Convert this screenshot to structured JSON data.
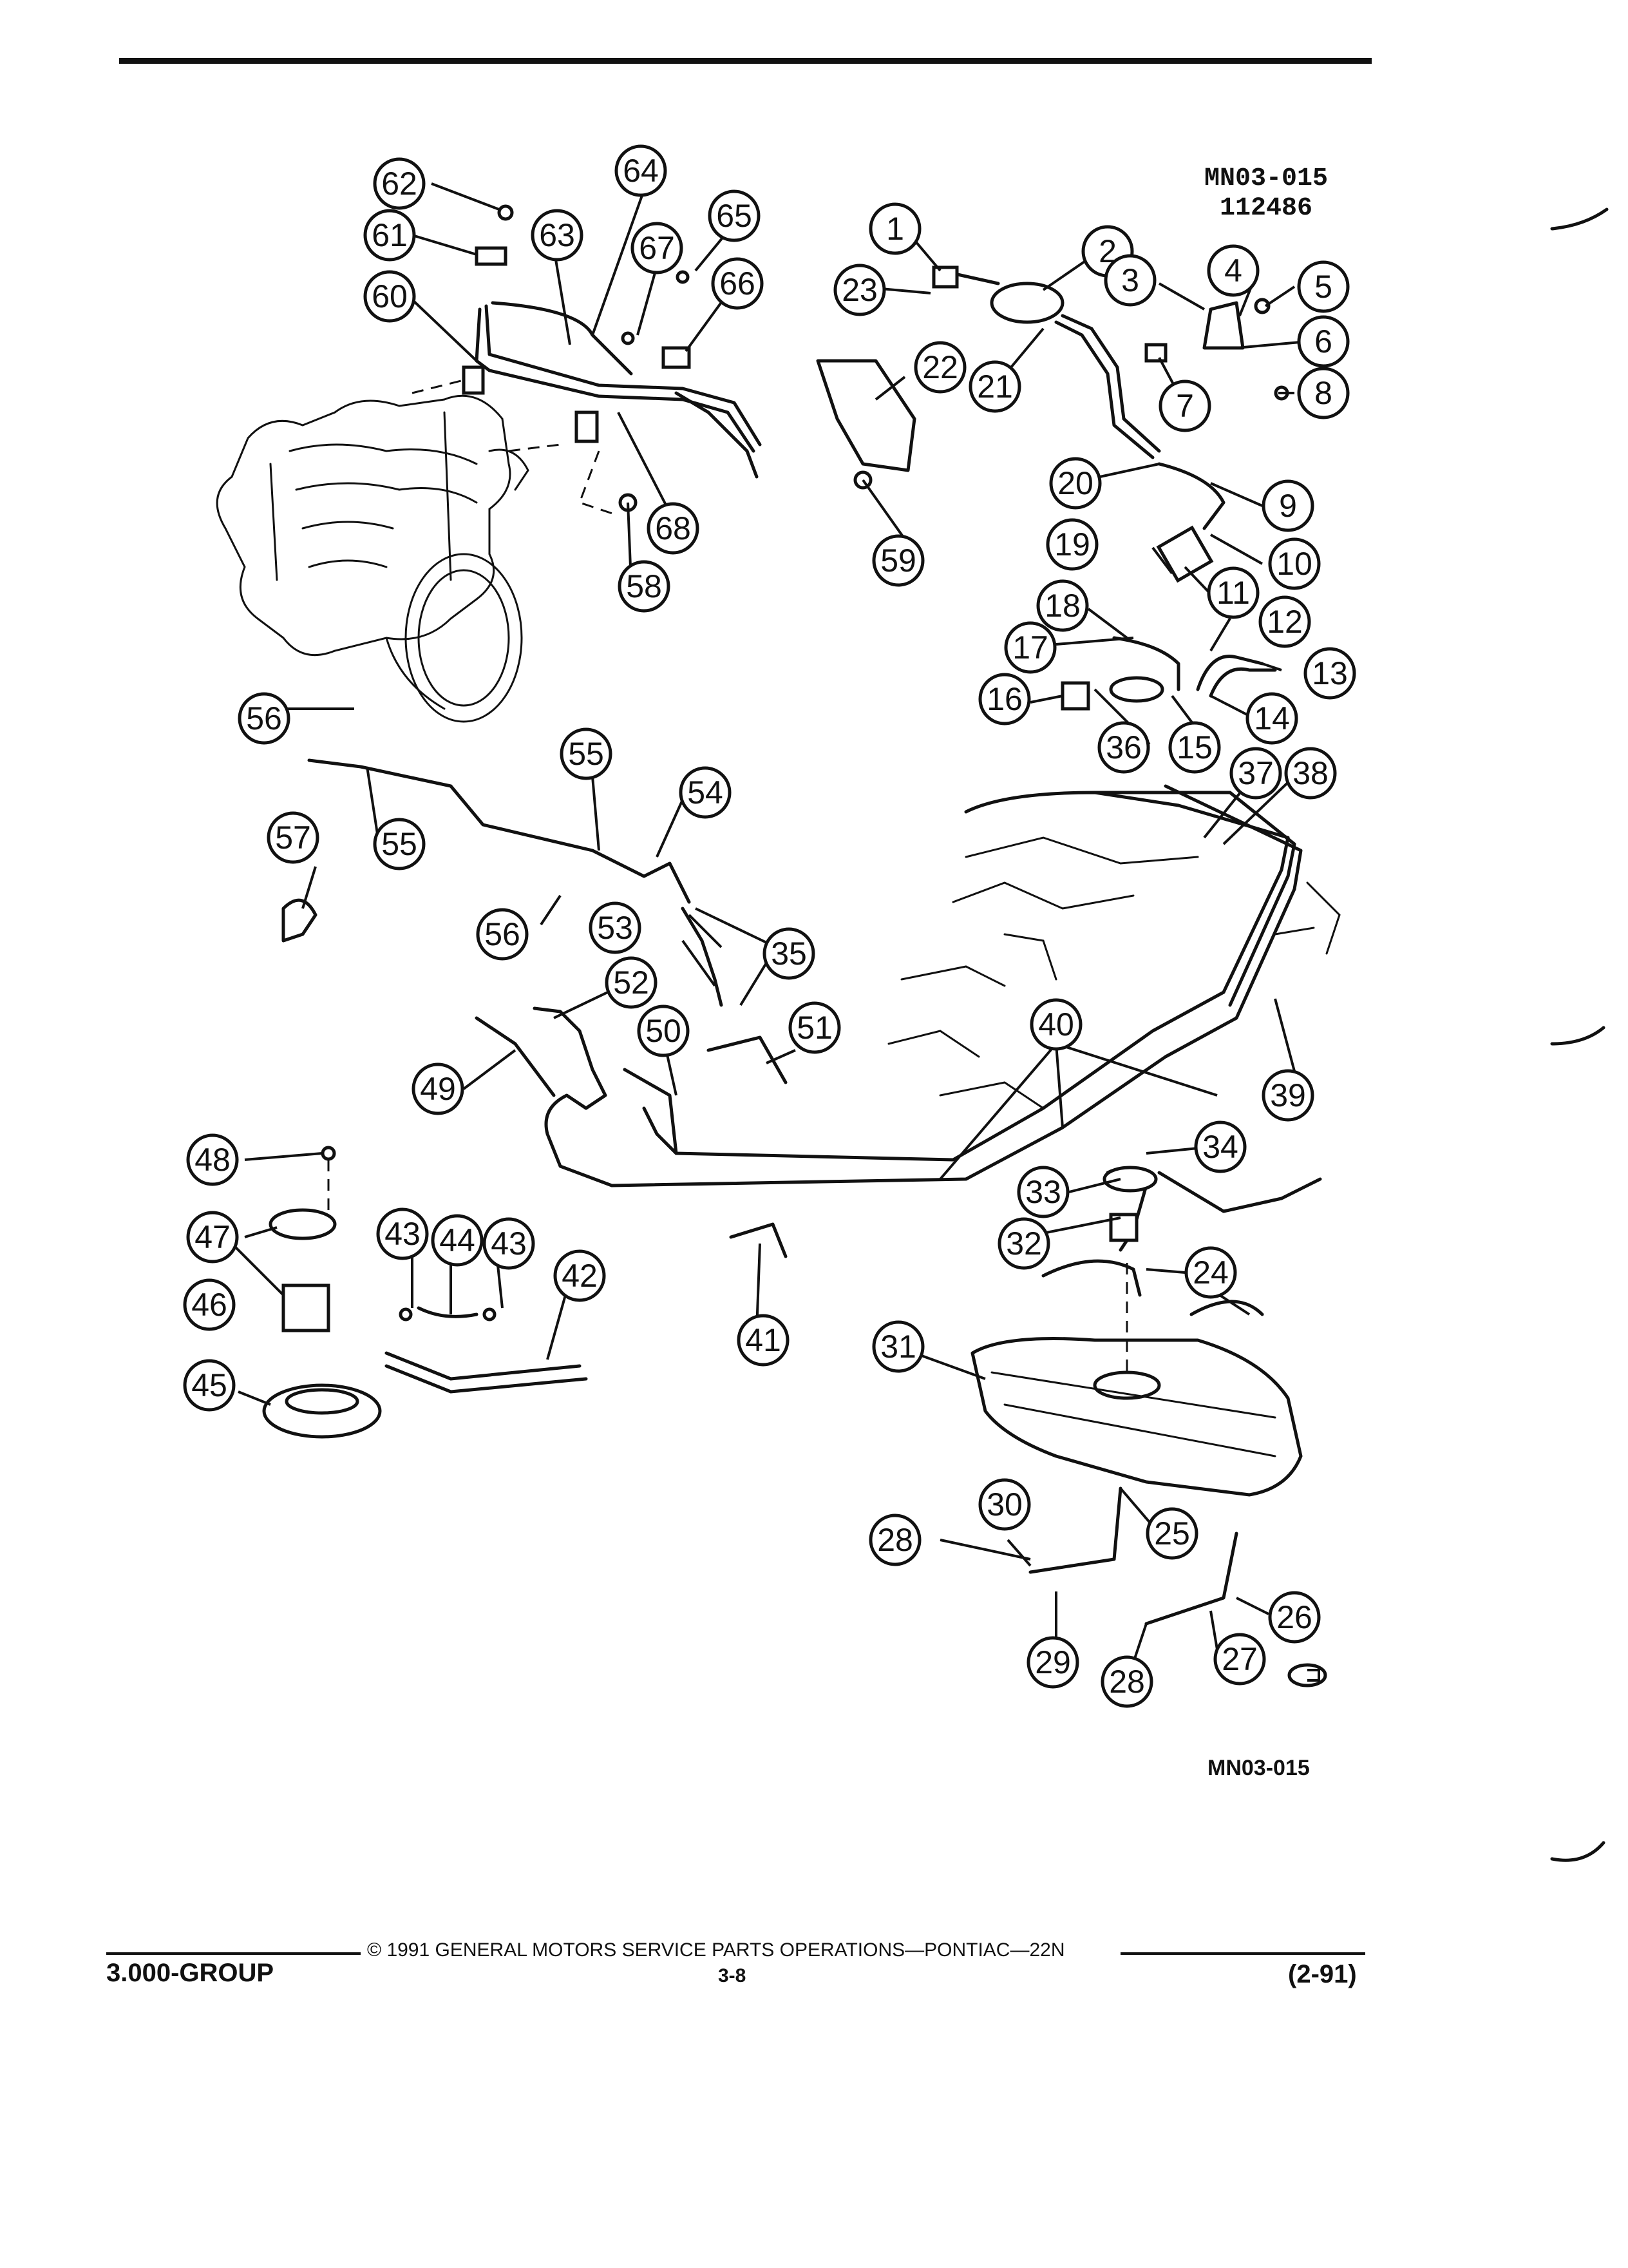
{
  "header": {
    "figure_ref_top": "MN03-015",
    "figure_sub_ref": "112486"
  },
  "diagram": {
    "callouts": [
      "1",
      "2",
      "3",
      "4",
      "5",
      "6",
      "7",
      "8",
      "9",
      "10",
      "11",
      "12",
      "13",
      "14",
      "15",
      "16",
      "17",
      "18",
      "19",
      "20",
      "21",
      "22",
      "23",
      "24",
      "25",
      "26",
      "27",
      "28",
      "28",
      "29",
      "30",
      "31",
      "32",
      "33",
      "34",
      "35",
      "36",
      "37",
      "38",
      "39",
      "40",
      "41",
      "42",
      "43",
      "43",
      "44",
      "45",
      "46",
      "47",
      "48",
      "49",
      "50",
      "51",
      "52",
      "53",
      "54",
      "55",
      "55",
      "56",
      "56",
      "57",
      "58",
      "59",
      "60",
      "61",
      "62",
      "63",
      "64",
      "65",
      "66",
      "67",
      "68"
    ]
  },
  "figure_ref_bottom": "MN03-015",
  "footer": {
    "copyright": "© 1991 GENERAL MOTORS SERVICE PARTS OPERATIONS—PONTIAC—22N",
    "group": "3.000-GROUP",
    "page": "3-8",
    "date": "(2-91)"
  }
}
